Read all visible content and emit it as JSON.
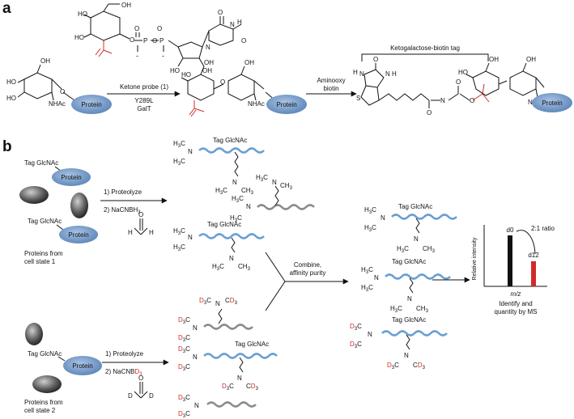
{
  "panels": {
    "a": {
      "label": "a",
      "tag_bracket_label": "Ketogalactose-biotin tag",
      "nhac": "NHAc",
      "protein": "Protein",
      "oh": "OH",
      "ho": "HO",
      "o": "O",
      "p": "P",
      "n": "N",
      "h": "H",
      "s": "S",
      "minus": "-",
      "step1_line1": "Ketone probe (1)",
      "step1_line2": "Y289L",
      "step1_line3": "GalT",
      "step2_line1": "Aminooxy",
      "step2_line2": "biotin"
    },
    "b": {
      "label": "b",
      "tag": "Tag GlcNAc",
      "protein": "Protein",
      "state1": [
        "Proteins from",
        "cell state 1"
      ],
      "state2": [
        "Proteins from",
        "cell state 2"
      ],
      "step1": "1) Proteolyze",
      "step2a": "2) NaCNBH",
      "step2a_sub": "3",
      "step2b": "2) NaCNB",
      "step2b_d": "D",
      "step2b_sub": "3",
      "combine": [
        "Combine,",
        "affinity purity"
      ],
      "ms_label": [
        "Identify and",
        "quantity by MS"
      ],
      "d0": "d0",
      "d12": "d12",
      "ratio": "2:1 ratio",
      "ylabel": "Relative intensity",
      "xlabel": "m/z",
      "h3c": "H",
      "ch3": "CH",
      "n": "N",
      "h": "H",
      "c": "C",
      "o": "O",
      "d": "D",
      "sub3": "3"
    }
  },
  "colors": {
    "protein": "#6f95c4",
    "peptide_tag": "#6a9fd2",
    "peptide_plain": "#8c8c8c",
    "heavy": "#d22a2a",
    "ketone": "#d22a2a"
  }
}
